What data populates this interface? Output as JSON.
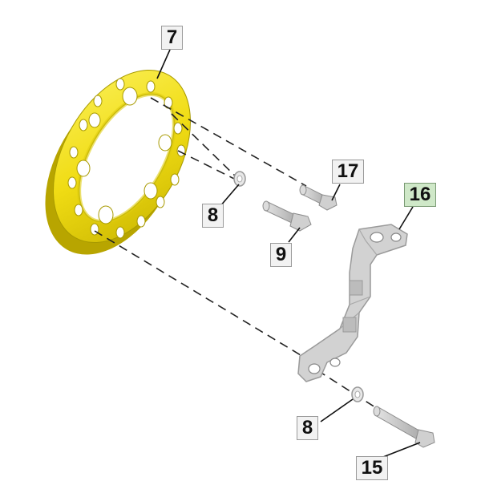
{
  "callouts": {
    "part7": "7",
    "part17": "17",
    "part16": "16",
    "part8_upper": "8",
    "part9": "9",
    "part8_lower": "8",
    "part15": "15"
  },
  "colors": {
    "spacer_ring": "#f2e018",
    "bracket": "#c9c9c9",
    "highlight_label": "#cfe8c8"
  }
}
